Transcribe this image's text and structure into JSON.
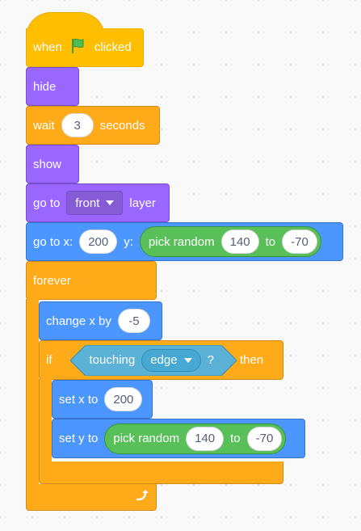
{
  "script": {
    "when_flag": {
      "when": "when",
      "clicked": "clicked",
      "flag_icon": "green-flag-icon"
    },
    "hide": {
      "label": "hide"
    },
    "wait": {
      "label": "wait",
      "value": "3",
      "unit": "seconds"
    },
    "show": {
      "label": "show"
    },
    "go_layer": {
      "label": "go to",
      "option": "front",
      "suffix": "layer"
    },
    "go_to_xy": {
      "label": "go to x:",
      "x": "200",
      "y_label": "y:",
      "random": {
        "label": "pick random",
        "from": "140",
        "to_label": "to",
        "to": "-70"
      }
    },
    "forever": {
      "label": "forever",
      "loop_icon": "loop-arrow-icon"
    },
    "change_x": {
      "label": "change x by",
      "value": "-5"
    },
    "if_block": {
      "if": "if",
      "then": "then",
      "touching": {
        "label": "touching",
        "option": "edge",
        "q": "?"
      }
    },
    "set_x": {
      "label": "set x to",
      "value": "200"
    },
    "set_y": {
      "label": "set y to",
      "random": {
        "label": "pick random",
        "from": "140",
        "to_label": "to",
        "to": "-70"
      }
    }
  },
  "colors": {
    "events": "#ffbf00",
    "looks": "#9966ff",
    "control": "#ffab19",
    "motion": "#4c97ff",
    "operators": "#59c059",
    "sensing": "#5cb1d6"
  }
}
